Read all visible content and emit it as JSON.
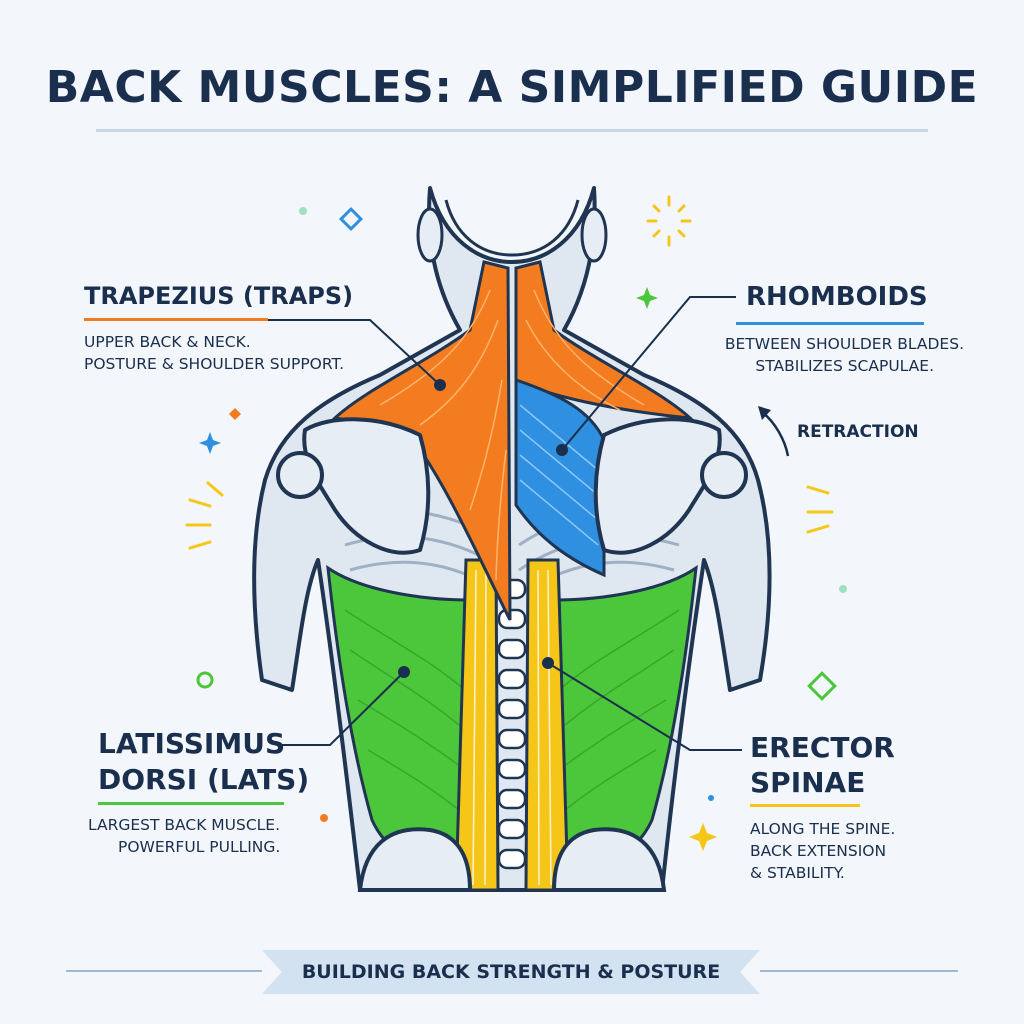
{
  "title": "BACK MUSCLES: A SIMPLIFIED GUIDE",
  "muscles": {
    "traps": {
      "name": "TRAPEZIUS (TRAPS)",
      "desc_1": "UPPER BACK & NECK.",
      "desc_2": "POSTURE & SHOULDER SUPPORT.",
      "color": "#f47c20"
    },
    "rhomboids": {
      "name": "RHOMBOIDS",
      "desc_1": "BETWEEN SHOULDER BLADES.",
      "desc_2": "STABILIZES SCAPULAE.",
      "color": "#2f8fe0"
    },
    "lats": {
      "name_1": "LATISSIMUS",
      "name_2": "DORSI (LATS)",
      "desc_1": "LARGEST BACK MUSCLE.",
      "desc_2": "POWERFUL PULLING.",
      "color": "#4cc63a"
    },
    "erector": {
      "name_1": "ERECTOR",
      "name_2": "SPINAE",
      "desc_1": "ALONG THE SPINE.",
      "desc_2": "BACK EXTENSION",
      "desc_3": "& STABILITY.",
      "color": "#f5c518"
    }
  },
  "retraction_label": "RETRACTION",
  "banner": "BUILDING BACK STRENGTH & POSTURE",
  "colors": {
    "ink": "#1a2f4d",
    "bone": "#dfe7f0",
    "outline": "#1f3552",
    "background": "#f3f6fa"
  }
}
